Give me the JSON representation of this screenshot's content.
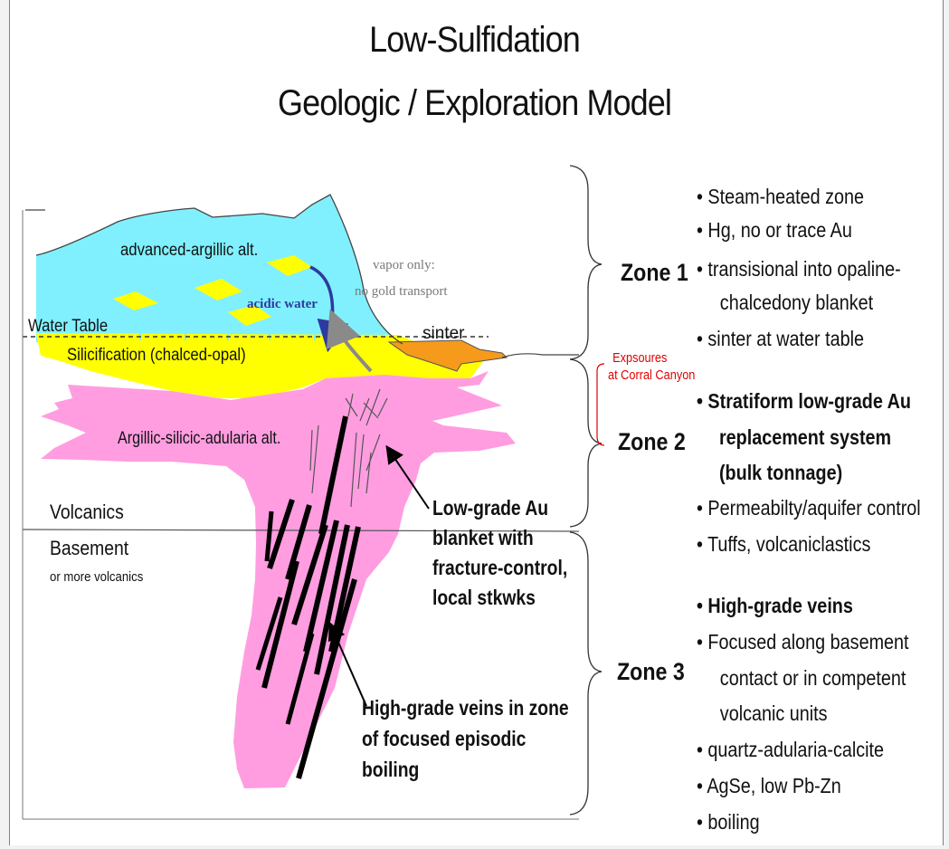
{
  "title": {
    "line1": "Low-Sulfidation",
    "line2": "Geologic / Exploration Model"
  },
  "diagram_labels": {
    "advanced_argillic": "advanced-argillic alt.",
    "vapor_line1": "vapor only:",
    "vapor_line2": "no gold transport",
    "acidic_water": "acidic water",
    "water_table": "Water Table",
    "sinter": "sinter",
    "silicification": "Silicification (chalced-opal)",
    "argillic_silicic": "Argillic-silicic-adularia alt.",
    "volcanics": "Volcanics",
    "basement": "Basement",
    "basement_sub": "or more volcanics"
  },
  "exposures": {
    "line1": "Expsoures",
    "line2": "at Corral Canyon"
  },
  "callouts": {
    "lowgrade": [
      "Low-grade Au",
      "blanket with",
      "fracture-control,",
      "local stkwks"
    ],
    "highgrade": [
      "High-grade veins in zone",
      "of focused episodic",
      "boiling"
    ]
  },
  "zones": {
    "zone1": {
      "label": "Zone 1",
      "bullets": [
        {
          "text": "• Steam-heated zone",
          "bold": false
        },
        {
          "text": "• Hg, no or trace Au",
          "bold": false
        },
        {
          "text": "• transisional into opaline-",
          "bold": false
        },
        {
          "text": "chalcedony blanket",
          "bold": false,
          "indent": true
        },
        {
          "text": "• sinter at water table",
          "bold": false
        }
      ]
    },
    "zone2": {
      "label": "Zone 2",
      "bullets": [
        {
          "text": "• Stratiform low-grade Au",
          "bold": true
        },
        {
          "text": "replacement system",
          "bold": true,
          "indent": true
        },
        {
          "text": "(bulk tonnage)",
          "bold": true,
          "indent": true
        },
        {
          "text": "• Permeabilty/aquifer control",
          "bold": false
        },
        {
          "text": "• Tuffs, volcaniclastics",
          "bold": false
        }
      ]
    },
    "zone3": {
      "label": "Zone 3",
      "bullets": [
        {
          "text": "• High-grade veins",
          "bold": true
        },
        {
          "text": "• Focused along basement",
          "bold": false
        },
        {
          "text": "contact or in competent",
          "bold": false,
          "indent": true
        },
        {
          "text": "volcanic units",
          "bold": false,
          "indent": true
        },
        {
          "text": "• quartz-adularia-calcite",
          "bold": false
        },
        {
          "text": "• AgSe, low Pb-Zn",
          "bold": false
        },
        {
          "text": "• boiling",
          "bold": false
        }
      ]
    }
  },
  "colors": {
    "advanced_argillic": "#80f0ff",
    "silicification": "#ffff00",
    "argillic": "#ff9de0",
    "sinter": "#f59a1a",
    "acidic_arrow": "#2e3a9e",
    "vapor_arrow": "#8a8a8a",
    "exposure_red": "#e00000"
  }
}
